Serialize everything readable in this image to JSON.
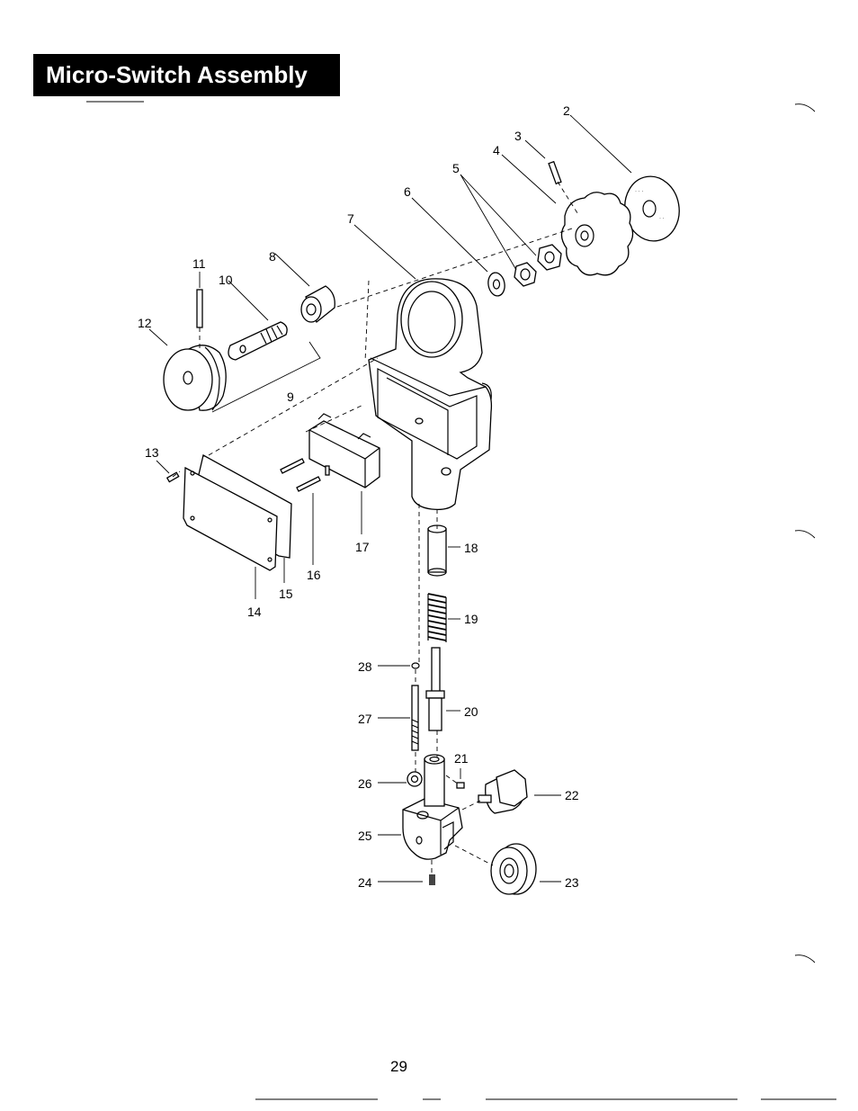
{
  "page": {
    "title": "Micro-Switch Assembly",
    "page_number": "29"
  },
  "colors": {
    "title_background": "#000000",
    "title_text": "#ffffff",
    "line_art": "#000000"
  },
  "callouts": [
    "2",
    "3",
    "4",
    "5",
    "6",
    "7",
    "8",
    "9",
    "10",
    "11",
    "12",
    "13",
    "14",
    "15",
    "16",
    "17",
    "18",
    "19",
    "20",
    "21",
    "22",
    "23",
    "24",
    "25",
    "26",
    "27",
    "28"
  ]
}
